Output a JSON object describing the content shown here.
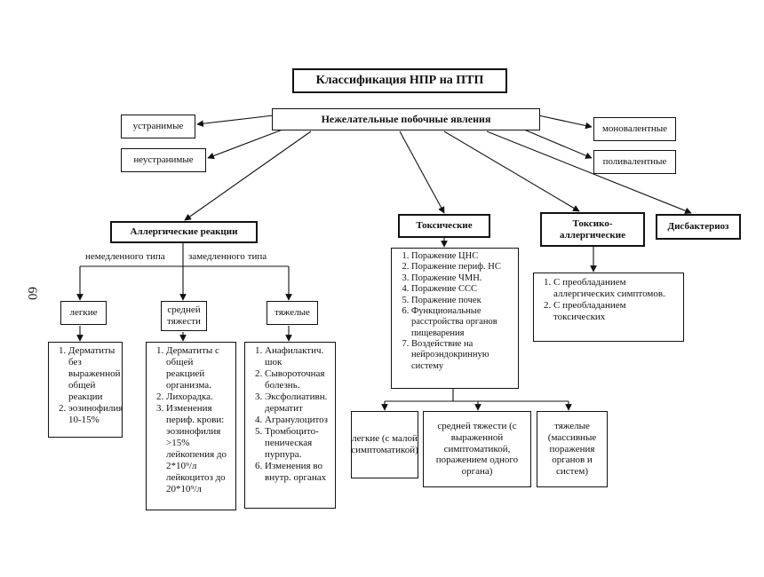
{
  "title": "Классификация НПР на ПТП",
  "root": "Нежелательные побочные явления",
  "left_types": [
    "устранимые",
    "неустранимые"
  ],
  "right_types": [
    "моновалентные",
    "поливалентные"
  ],
  "allergic": {
    "label": "Аллергические реакции",
    "types": [
      "немедленного типа",
      "замедленного типа"
    ],
    "severity": [
      "легкие",
      "средней тяжести",
      "тяжелые"
    ],
    "mild_items": [
      "Дерматиты без выраженной общей реакции",
      "эозинофилия 10-15%"
    ],
    "medium_items": [
      "Дерматиты с общей реакцией организма.",
      "Лихорадка.",
      "Изменения периф. крови: эозинофилия >15% лейкопения до 2*10⁹/л лейкоцитоз до 20*10⁹/л"
    ],
    "severe_items": [
      "Анафилактич. шок",
      "Сывороточная болезнь.",
      "Эксфолиативн. дерматит",
      "Агранулоцитоз",
      "Тромбоцито-пеническая пурпура.",
      "Изменения во внутр. органах"
    ]
  },
  "toxic": {
    "label": "Токсические",
    "items": [
      "Поражение ЦНС",
      "Поражение периф. НС",
      "Поражение ЧМН.",
      "Поражение ССС",
      "Поражение почек",
      "Функциональные расстройства органов пищеварения",
      "Воздействие на нейроэндокринную систему"
    ],
    "severity": [
      "легкие (с малой симптоматикой)",
      "средней тяжести (с выраженной симптоматикой, поражением одного органа)",
      "тяжелые (массивные поражения органов и систем)"
    ]
  },
  "toxic_allergic": {
    "label": "Токсико-аллергические",
    "items": [
      "С преобладанием аллергических симптомов.",
      "С преобладанием токсических"
    ]
  },
  "dysbacteriosis": "Дисбактериоз",
  "page_number": "60"
}
